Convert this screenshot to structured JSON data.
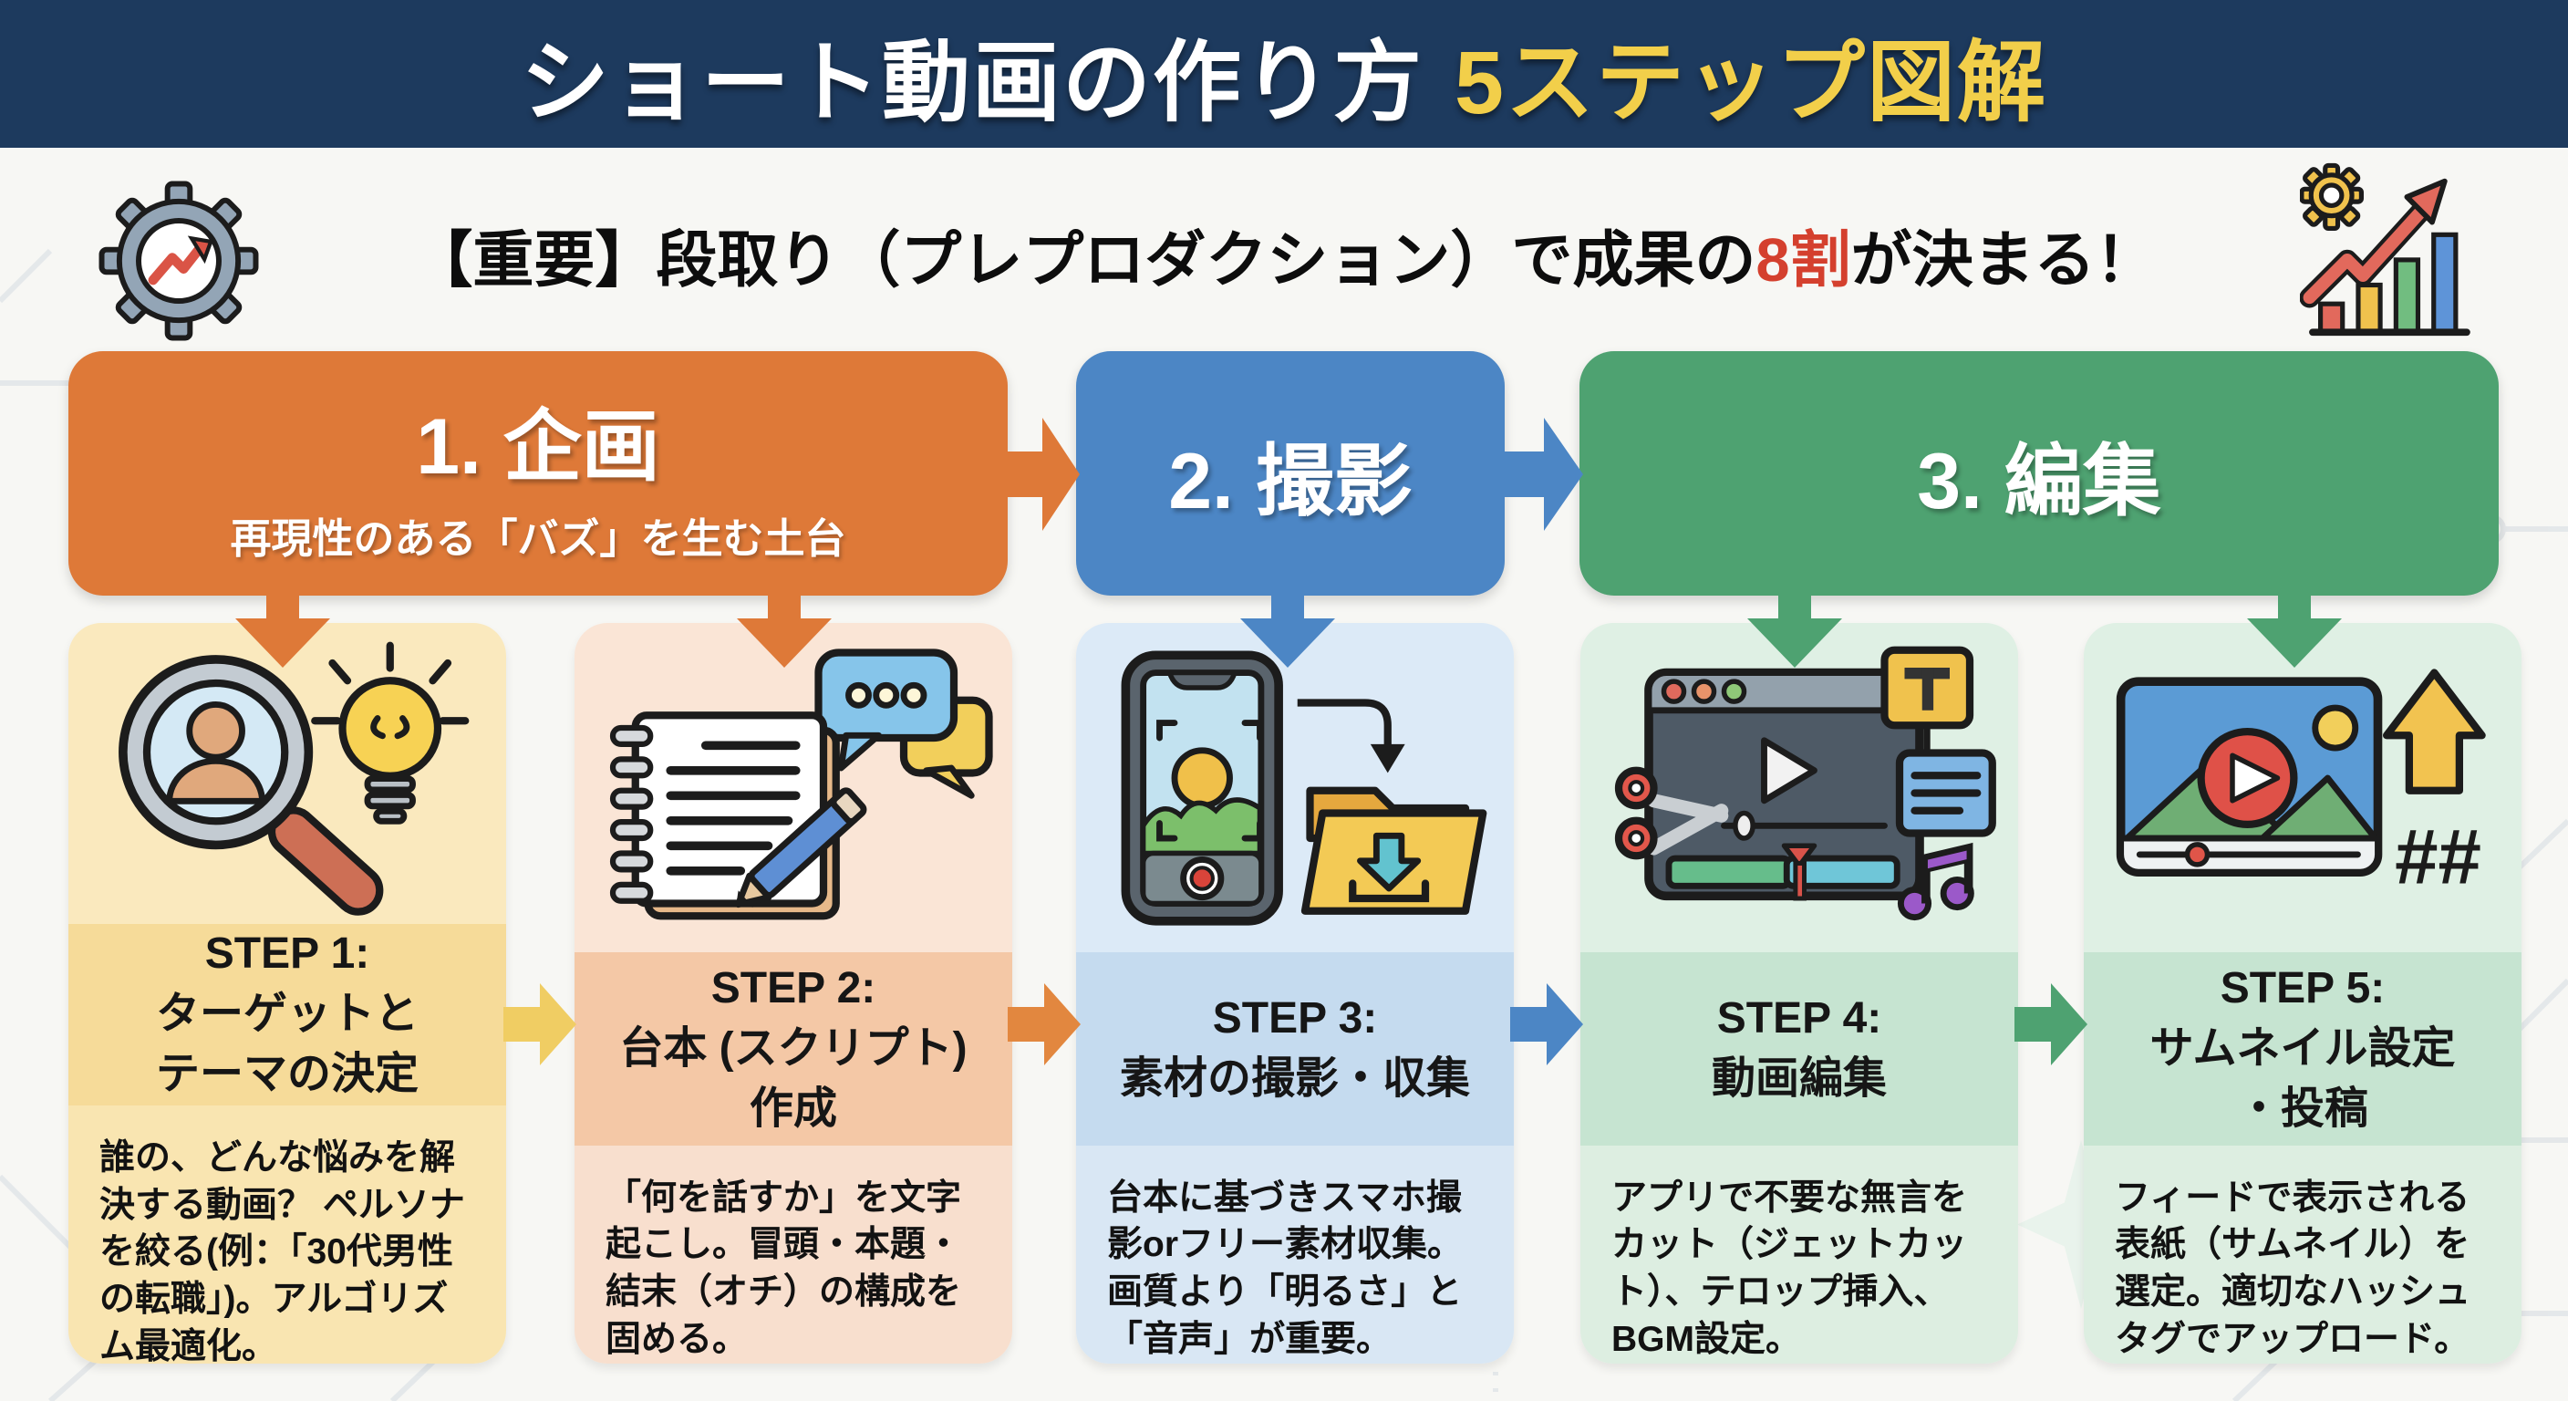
{
  "header": {
    "title_main": "ショート動画の作り方",
    "title_accent": "5ステップ図解"
  },
  "key_point": {
    "text_pre": "【重要】段取り（プレプロダクション）で成果の",
    "text_accent": "8割",
    "text_post": "が決まる！"
  },
  "phases": [
    {
      "label": "1. 企画",
      "subtitle": "再現性のある「バズ」を生む土台",
      "color": "#de7938"
    },
    {
      "label": "2. 撮影",
      "color": "#4c86c5"
    },
    {
      "label": "3. 編集",
      "color": "#4ea271"
    }
  ],
  "steps": [
    {
      "title": "STEP 1:\nターゲットと\nテーマの決定",
      "body": "誰の、どんな悩みを解決する動画？ ペルソナを絞る(例：「30代男性の転職」)。アルゴリズム最適化。",
      "icon": "persona-search-icon"
    },
    {
      "title": "STEP 2:\n台本 (スクリプト)\n作成",
      "body": "「何を話すか」を文字起こし。冒頭・本題・結末（オチ）の構成を固める。",
      "icon": "script-notebook-icon"
    },
    {
      "title": "STEP 3:\n素材の撮影・収集",
      "body": "台本に基づきスマホ撮影orフリー素材収集。画質より「明るさ」と「音声」が重要。",
      "icon": "smartphone-folder-icon"
    },
    {
      "title": "STEP 4:\n動画編集",
      "body": "アプリで不要な無言をカット（ジェットカット）、テロップ挿入、BGM設定。",
      "icon": "video-editor-icon"
    },
    {
      "title": "STEP 5:\nサムネイル設定\n・投稿",
      "body": "フィードで表示される表紙（サムネイル）を選定。適切なハッシュタグでアップロード。",
      "icon": "thumbnail-upload-icon",
      "hashtags": "##"
    }
  ],
  "palette": {
    "header_bg": "#1d3a5e",
    "header_accent_yellow": "#f2cf4a",
    "keypoint_accent_red": "#d4402e",
    "phase1_orange": "#de7938",
    "phase2_blue": "#4c86c5",
    "phase3_green": "#4ea271",
    "card1_bg": "#f9e5b1",
    "card2_bg": "#f8dfce",
    "card3_bg": "#d9e7f4",
    "card4_bg": "#ddeee1",
    "card5_bg": "#ddeee1",
    "step_arrow_yellow": "#f0cd63",
    "step_arrow_orange": "#e2873f"
  }
}
